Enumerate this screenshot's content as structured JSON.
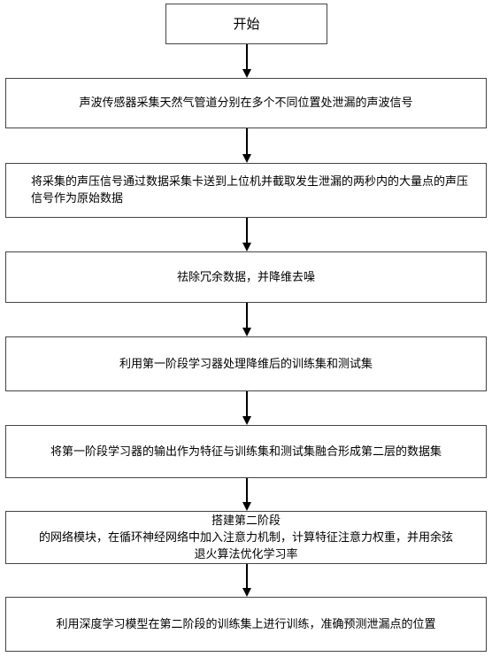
{
  "flowchart": {
    "start": "开始",
    "steps": [
      "声波传感器采集天然气管道分别在多个不同位置处泄漏的声波信号",
      "将采集的声压信号通过数据采集卡送到上位机并截取发生泄漏的两秒内的大量点的声压信号作为原始数据",
      "祛除冗余数据，并降维去噪",
      "利用第一阶段学习器处理降维后的训练集和测试集",
      "将第一阶段学习器的输出作为特征与训练集和测试集融合形成第二层的数据集",
      {
        "title": "搭建第二阶段",
        "body": "的网络模块，在循环神经网络中加入注意力机制，计算特征注意力权重，并用余弦退火算法优化学习率"
      },
      "利用深度学习模型在第二阶段的训练集上进行训练，准确预测泄漏点的位置"
    ]
  }
}
